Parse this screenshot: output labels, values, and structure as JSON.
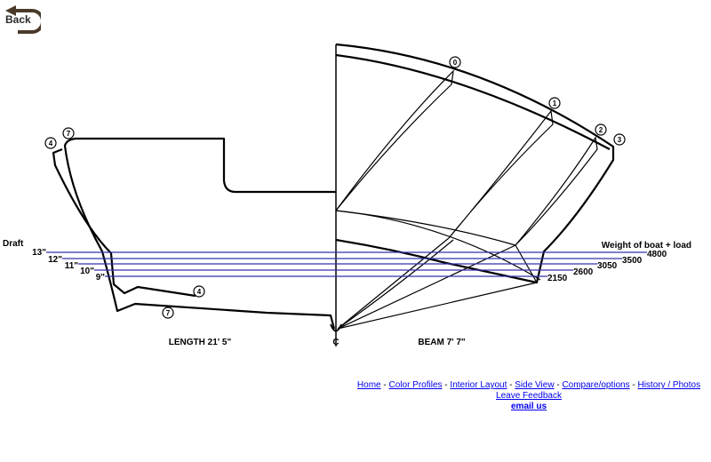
{
  "nav": {
    "back_label": "Back"
  },
  "diagram": {
    "draft_title": "Draft",
    "weight_title": "Weight of boat + load",
    "waterlines": [
      {
        "draft": "13\"",
        "weight": "4800"
      },
      {
        "draft": "12\"",
        "weight": "3500"
      },
      {
        "draft": "11\"",
        "weight": "3050"
      },
      {
        "draft": "10\"",
        "weight": "2600"
      },
      {
        "draft": "9\"",
        "weight": "2150"
      }
    ],
    "length_label": "LENGTH 21' 5\"",
    "beam_label": "BEAM 7' 7\"",
    "centerline_label": "C",
    "section_numbers": [
      "0",
      "1",
      "2",
      "3"
    ],
    "profile_numbers": [
      "4",
      "7",
      "4",
      "7"
    ],
    "colors": {
      "outline": "#000000",
      "waterline": "#3333aa"
    }
  },
  "footer": {
    "links": [
      "Home",
      "Color Profiles",
      "Interior Layout",
      "Side View",
      "Compare/options",
      "History / Photos"
    ],
    "separator": " - ",
    "feedback": "Leave Feedback",
    "email": "email us"
  }
}
